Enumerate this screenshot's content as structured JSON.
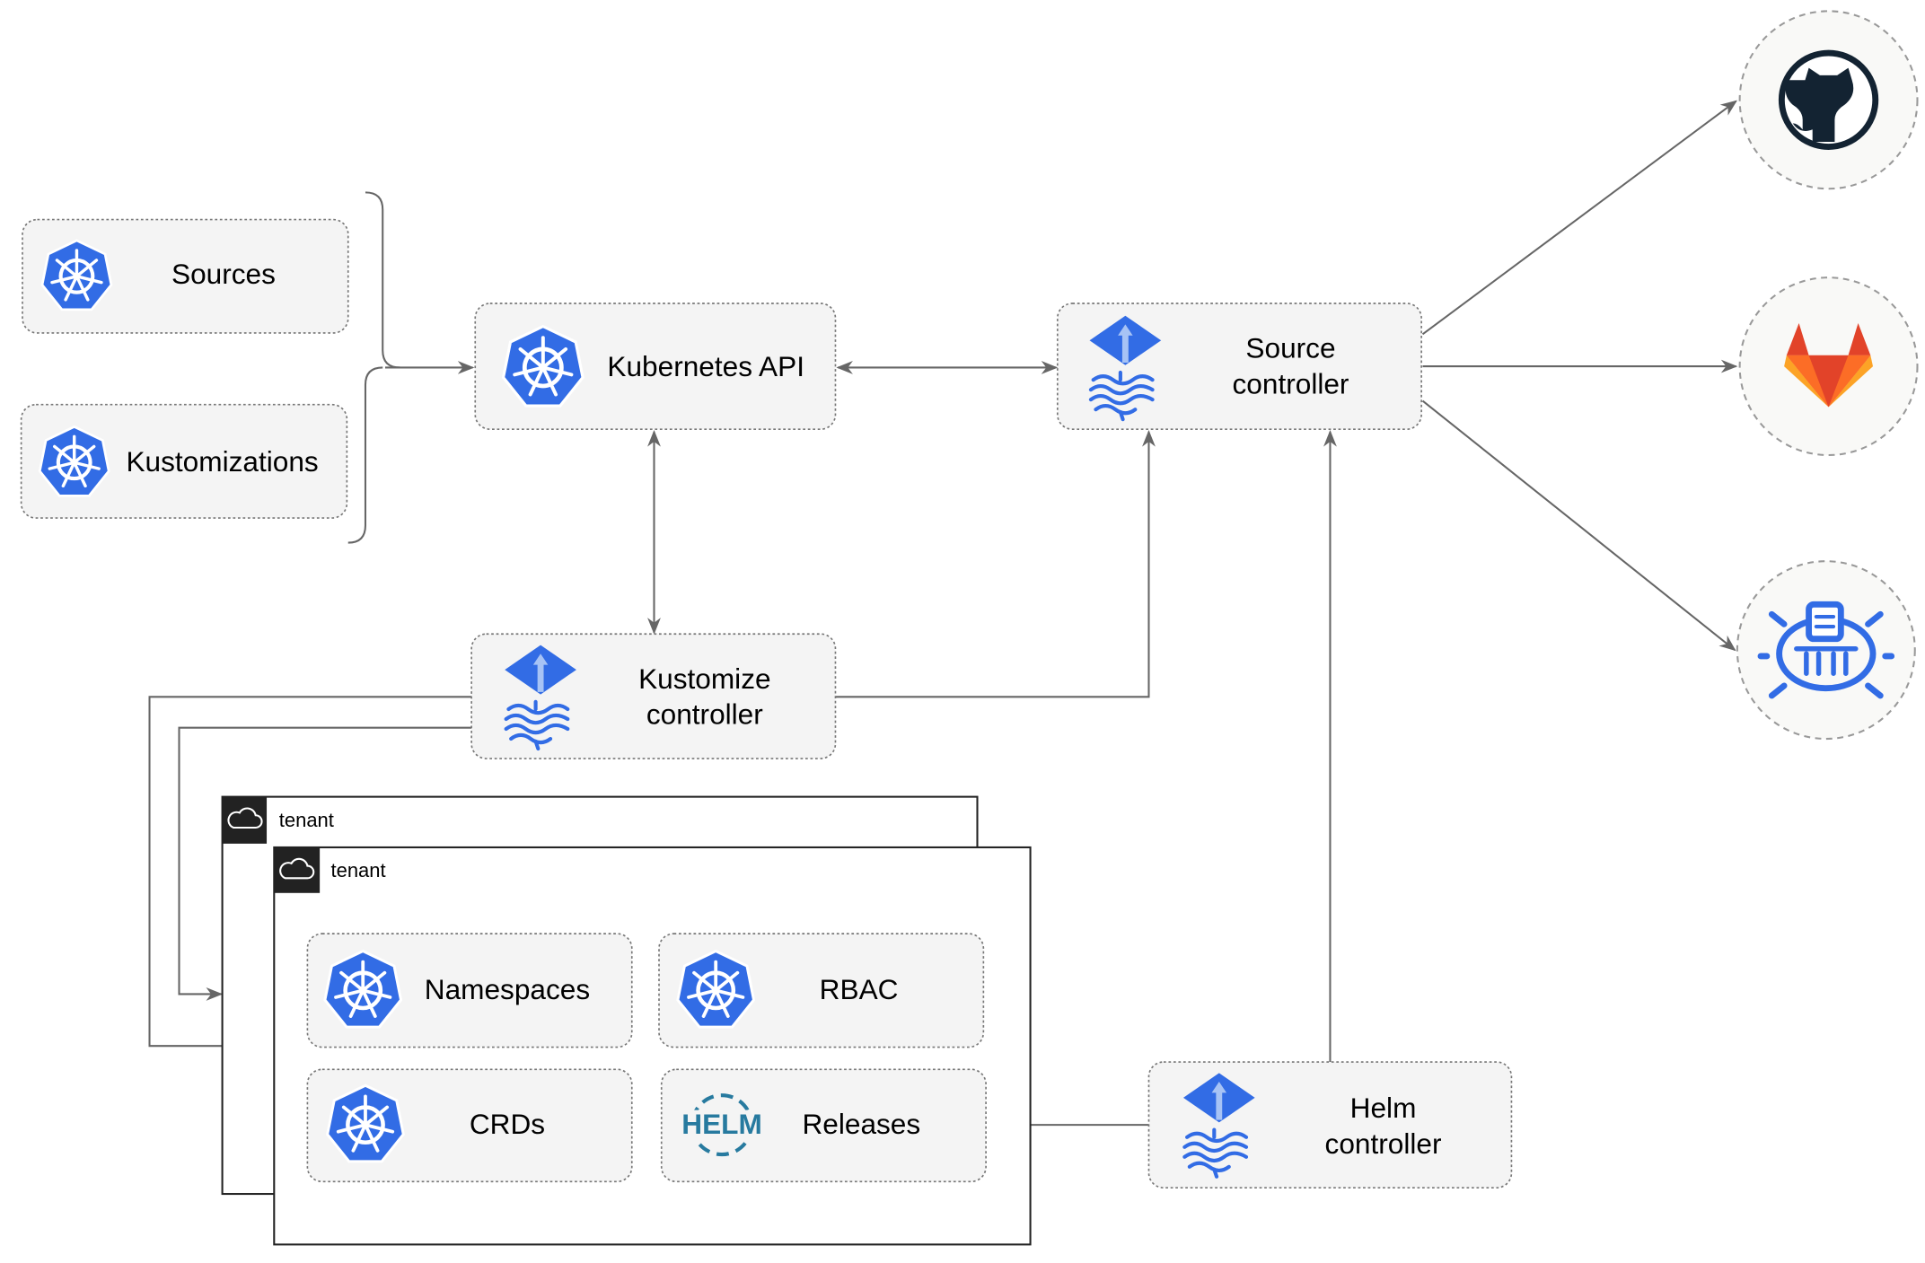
{
  "nodes": {
    "sources": "Sources",
    "kustomizations": "Kustomizations",
    "kubernetes_api": "Kubernetes API",
    "source_controller": [
      "Source",
      "controller"
    ],
    "kustomize_controller": [
      "Kustomize",
      "controller"
    ],
    "helm_controller": [
      "Helm",
      "controller"
    ],
    "namespaces": "Namespaces",
    "rbac": "RBAC",
    "crds": "CRDs",
    "releases": "Releases"
  },
  "tenants": [
    "tenant",
    "tenant"
  ],
  "icons": {
    "kubernetes": "kubernetes-icon",
    "flux": "flux-icon",
    "helm": "helm-icon",
    "helm_logo_text": "HELM",
    "github": "github-icon",
    "gitlab": "gitlab-icon",
    "harbor": "helm-repository-icon",
    "cloud": "cloud-icon"
  },
  "colors": {
    "kubernetes_blue": "#326ce5",
    "helm_blue": "#277a9f",
    "gitlab_orange": "#e24329",
    "gitlab_yellow": "#fca326",
    "github_dark": "#132332"
  }
}
